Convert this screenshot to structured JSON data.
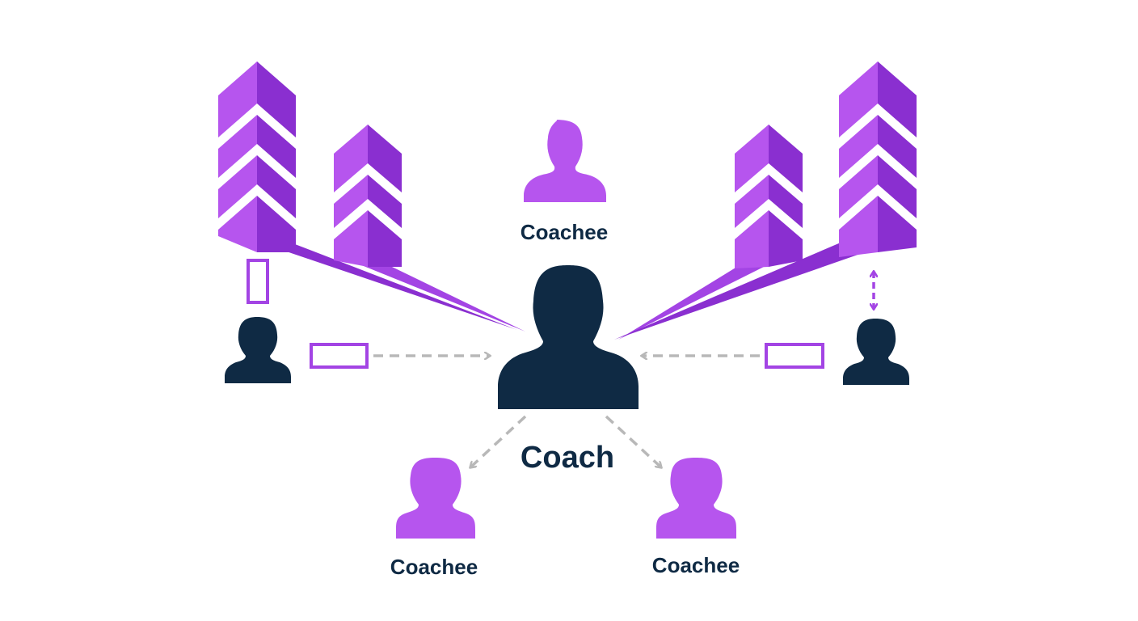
{
  "labels": {
    "coach": "Coach",
    "coachee_top": "Coachee",
    "coachee_bottom_left": "Coachee",
    "coachee_bottom_right": "Coachee"
  },
  "colors": {
    "background": "#ffffff",
    "navy": "#0f2a44",
    "purple_light": "#b655ee",
    "purple_mid": "#a344e4",
    "purple_dark": "#8a2fd0",
    "dashed_arrow": "#b8b8b8",
    "label_text": "#0f2a44"
  },
  "icons": {
    "coach": "person-silhouette-icon",
    "coachee": "person-silhouette-icon",
    "peer": "person-silhouette-icon",
    "growth_tower": "chevron-tower-icon",
    "placeholder": "empty-rectangle",
    "arrow": "dashed-arrow",
    "vertical_arrow": "double-headed-arrow"
  }
}
